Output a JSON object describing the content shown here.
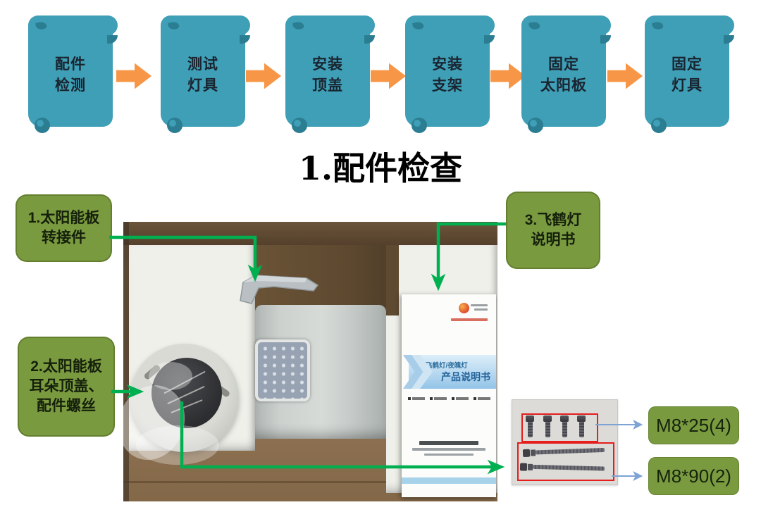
{
  "flowchart": {
    "shape": "vertical-scroll",
    "scroll_color": "#3E9FB6",
    "scroll_accent_color": "#2B7D92",
    "arrow_color": "#F79646",
    "text_color": "#1A2430",
    "steps": [
      {
        "line1": "配件",
        "line2": "检测"
      },
      {
        "line1": "测试",
        "line2": "灯具"
      },
      {
        "line1": "安装",
        "line2": "顶盖"
      },
      {
        "line1": "安装",
        "line2": "支架"
      },
      {
        "line1": "固定",
        "line2": "太阳板"
      },
      {
        "line1": "固定",
        "line2": "灯具"
      }
    ]
  },
  "section": {
    "title": "1.配件检查"
  },
  "callouts": {
    "box_color": "#7A9A40",
    "connector_color": "#00B050",
    "adapter": {
      "line1": "1.太阳能板",
      "line2": "转接件"
    },
    "cover_screws": {
      "line1": "2.太阳能板",
      "line2": "耳朵顶盖、",
      "line3": "配件螺丝"
    },
    "manual": {
      "line1": "3.飞鹤灯",
      "line2": "说明书"
    }
  },
  "hardware": {
    "highlight_box_color": "#E41D1D",
    "arrow_color": "#7FA3D4",
    "label_bg_color": "#7A9A40",
    "bolt_short_label": "M8*25(4)",
    "bolt_long_label": "M8*90(2)"
  },
  "photo": {
    "manual_cover": {
      "product_line": "飞鹤灯/夜魄灯",
      "title_line": "产品说明书"
    }
  }
}
